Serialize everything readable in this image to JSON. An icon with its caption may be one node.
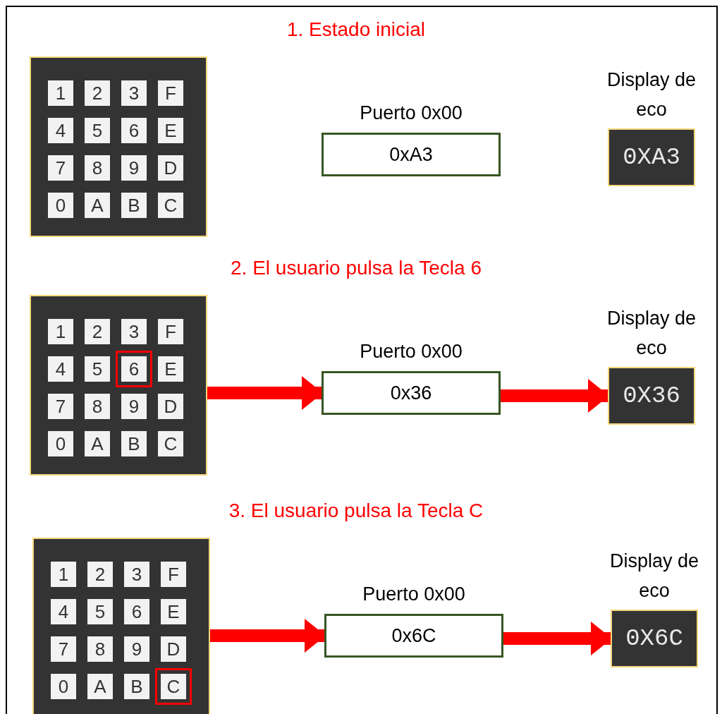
{
  "diagram": {
    "nodes": [
      {
        "text": [],
        "shape": "box"
      },
      {
        "text": [
          "1"
        ],
        "in": 0
      },
      {
        "text": [
          "2"
        ],
        "in": 0
      },
      {
        "text": [
          "3"
        ],
        "in": 0
      },
      {
        "text": [
          "F"
        ],
        "in": 0
      },
      {
        "text": [
          "4"
        ],
        "in": 0
      },
      {
        "text": [
          "5"
        ],
        "in": 0
      },
      {
        "text": [
          "6"
        ],
        "in": 0
      },
      {
        "text": [
          "E"
        ],
        "in": 0
      },
      {
        "text": [
          "7"
        ],
        "in": 0
      },
      {
        "text": [
          "8"
        ],
        "in": 0
      },
      {
        "text": [
          "9"
        ],
        "in": 0
      },
      {
        "text": [
          "D"
        ],
        "in": 0
      },
      {
        "text": [
          "0"
        ],
        "in": 0
      },
      {
        "text": [
          "A"
        ],
        "in": 0
      },
      {
        "text": [
          "B"
        ],
        "in": 0
      },
      {
        "text": [
          "C"
        ],
        "in": 0
      },
      {
        "text": [
          "Puerto 0x00",
          "0xA3"
        ]
      },
      {
        "text": [
          "Display de eco",
          "0XA3"
        ]
      },
      {
        "text": [],
        "shape": "box"
      },
      {
        "text": [
          "1"
        ],
        "in": 19
      },
      {
        "text": [
          "2"
        ],
        "in": 19
      },
      {
        "text": [
          "3"
        ],
        "in": 19
      },
      {
        "text": [
          "F"
        ],
        "in": 19
      },
      {
        "text": [
          "4"
        ],
        "in": 19
      },
      {
        "text": [
          "5"
        ],
        "in": 19
      },
      {
        "text": [],
        "shape": "box",
        "in": 19
      },
      {
        "text": [
          "6"
        ],
        "in": 26
      },
      {
        "text": [
          "E"
        ],
        "in": 19
      },
      {
        "text": [
          "7"
        ],
        "in": 19
      },
      {
        "text": [
          "8"
        ],
        "in": 19
      },
      {
        "text": [
          "9"
        ],
        "in": 19
      },
      {
        "text": [
          "D"
        ],
        "in": 19
      },
      {
        "text": [
          "0"
        ],
        "in": 19
      },
      {
        "text": [
          "A"
        ],
        "in": 19
      },
      {
        "text": [
          "B"
        ],
        "in": 19
      },
      {
        "text": [
          "C"
        ],
        "in": 19
      },
      {
        "text": [
          "Puerto 0x00",
          "0x36"
        ]
      },
      {
        "text": [
          "Display de eco",
          "0X36"
        ]
      },
      {
        "text": [],
        "shape": "box"
      },
      {
        "text": [
          "1"
        ],
        "in": 39
      },
      {
        "text": [
          "2"
        ],
        "in": 39
      },
      {
        "text": [
          "3"
        ],
        "in": 39
      },
      {
        "text": [
          "F"
        ],
        "in": 39
      },
      {
        "text": [
          "4"
        ],
        "in": 39
      },
      {
        "text": [
          "5"
        ],
        "in": 39
      },
      {
        "text": [
          "6"
        ],
        "in": 39
      },
      {
        "text": [
          "E"
        ],
        "in": 39
      },
      {
        "text": [
          "7"
        ],
        "in": 39
      },
      {
        "text": [
          "8"
        ],
        "in": 39
      },
      {
        "text": [
          "9"
        ],
        "in": 39
      },
      {
        "text": [
          "D"
        ],
        "in": 39
      },
      {
        "text": [
          "0"
        ],
        "in": 39
      },
      {
        "text": [
          "A"
        ],
        "in": 39
      },
      {
        "text": [
          "B"
        ],
        "in": 39
      },
      {
        "text": [],
        "shape": "box",
        "in": 39
      },
      {
        "text": [
          "C"
        ],
        "in": 55
      },
      {
        "text": [
          "Puerto 0x00",
          "0x6C"
        ]
      },
      {
        "text": [
          "Display de eco",
          "0X6C"
        ]
      }
    ],
    "edges": [
      {
        "from": 19,
        "to": 37,
        "arrow": "to"
      },
      {
        "from": 37,
        "to": 38,
        "arrow": "to"
      },
      {
        "from": 39,
        "to": 57,
        "arrow": "to"
      },
      {
        "from": 57,
        "to": 58,
        "arrow": "to"
      }
    ],
    "labels": [
      "1. Estado inicial",
      "2. El usuario pulsa la Tecla 6",
      "3. El usuario pulsa la Tecla C"
    ]
  }
}
